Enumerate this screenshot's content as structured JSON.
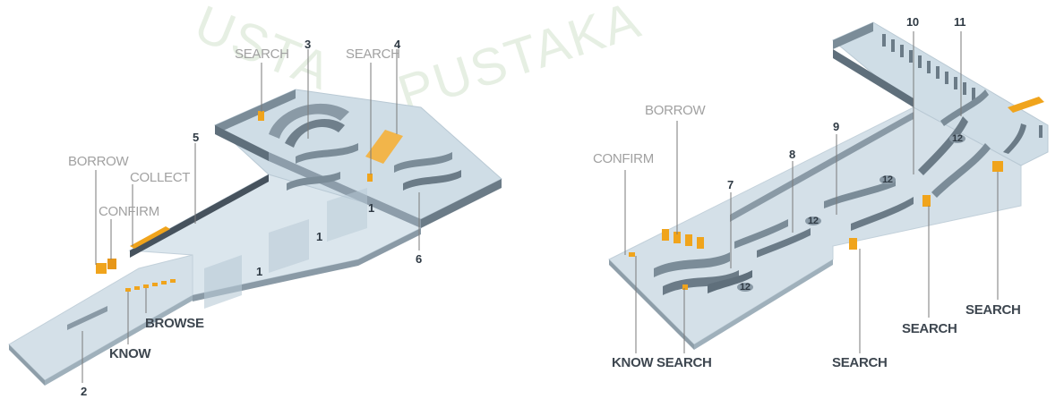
{
  "watermark": {
    "left_text": "USTA",
    "right_text": "PUSTAKA"
  },
  "left_plan": {
    "labels": {
      "borrow": "BORROW",
      "collect": "COLLECT",
      "confirm": "CONFIRM",
      "browse": "BROWSE",
      "know": "KNOW",
      "search_a": "SEARCH",
      "search_b": "SEARCH"
    },
    "numbers": {
      "n2": "2",
      "n3": "3",
      "n4": "4",
      "n5": "5",
      "n6": "6",
      "n1_a": "1",
      "n1_b": "1",
      "n1_c": "1"
    }
  },
  "right_plan": {
    "labels": {
      "borrow": "BORROW",
      "confirm": "CONFIRM",
      "know": "KNOW",
      "search_know": "SEARCH",
      "search_mid": "SEARCH",
      "search_r1": "SEARCH",
      "search_r2": "SEARCH"
    },
    "numbers": {
      "n7": "7",
      "n8": "8",
      "n9": "9",
      "n10": "10",
      "n11": "11",
      "n12_a": "12",
      "n12_b": "12",
      "n12_c": "12",
      "n12_d": "12"
    }
  },
  "colors": {
    "floor": "#d4e0e8",
    "floor_light": "#e6eef3",
    "wall": "#7b8c98",
    "wall_dark": "#4a5966",
    "accent": "#f0a41c",
    "label_gray": "#a1a1a1",
    "label_dark": "#3e4750"
  }
}
